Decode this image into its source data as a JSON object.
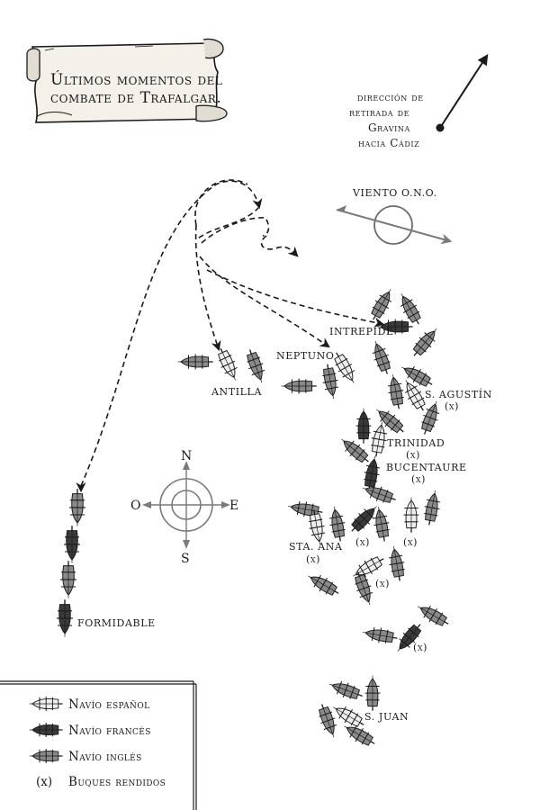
{
  "title": {
    "line1": "Últimos momentos del",
    "line2": "combate de Trafalgar."
  },
  "retreat": {
    "line1": "dirección de",
    "line2": "retirada de",
    "line3": "Gravina",
    "line4": "hacia Cádiz"
  },
  "wind": {
    "label": "VIENTO O.N.O."
  },
  "compass": {
    "n": "N",
    "s": "S",
    "e": "E",
    "o": "O"
  },
  "ship_labels": {
    "intrepide": "INTREPIDE",
    "neptuno": "NEPTUNO",
    "antilla": "ANTILLA",
    "s_agustin": "S. AGUSTÍN",
    "s_agustin_mark": "(x)",
    "trinidad": "TRINIDAD",
    "trinidad_mark": "(x)",
    "bucentaure": "BUCENTAURE",
    "bucentaure_mark": "(x)",
    "sta_ana": "STA. ANA",
    "sta_ana_mark": "(x)",
    "mark_a": "(x)",
    "mark_b": "(x)",
    "mark_c": "(x)",
    "mark_d": "(x)",
    "formidable": "FORMIDABLE",
    "s_juan": "S. JUAN"
  },
  "legend": {
    "spanish": "Navío español",
    "french": "Navío francés",
    "english": "Navío inglés",
    "surrendered_symbol": "(x)",
    "surrendered": "Buques rendidos"
  },
  "colors": {
    "spanish_hull": "#eeeeee",
    "french_hull": "#3a3a3a",
    "english_hull": "#8a8a8a",
    "ink": "#1a1a1a"
  },
  "ship_icon": "ship-of-the-line-icon"
}
